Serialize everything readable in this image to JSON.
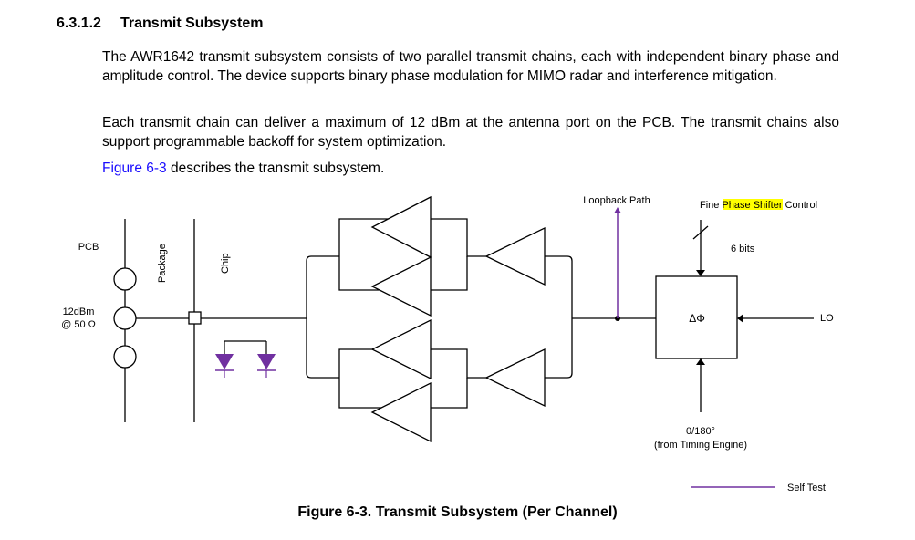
{
  "section": {
    "number": "6.3.1.2",
    "title": "Transmit Subsystem"
  },
  "paragraphs": {
    "p1": "The AWR1642 transmit subsystem consists of two parallel transmit chains, each with independent binary phase and amplitude control. The device supports binary phase modulation for MIMO radar and interference mitigation.",
    "p2": "Each transmit chain can deliver a maximum of 12 dBm at the antenna port on the PCB. The transmit chains also support programmable backoff for system optimization.",
    "p3_link": "Figure 6-3",
    "p3_rest": " describes the transmit subsystem."
  },
  "figure": {
    "caption": "Figure 6-3. Transmit Subsystem (Per Channel)",
    "labels": {
      "pcb": "PCB",
      "package": "Package",
      "chip": "Chip",
      "power_line1": "12dBm",
      "power_line2": "@ 50 Ω",
      "loopback": "Loopback Path",
      "fine_phase_prefix": "Fine ",
      "fine_phase_highlight": "Phase Shifter",
      "fine_phase_suffix": " Control",
      "bits": "6 bits",
      "phase_symbol": "ΔΦ",
      "lo": "LO",
      "timing_line1": "0/180°",
      "timing_line2": "(from Timing Engine)",
      "legend_self_test": "Self Test"
    },
    "colors": {
      "self_test": "#7030a0",
      "highlight": "#ffff00",
      "line": "#000000"
    }
  }
}
